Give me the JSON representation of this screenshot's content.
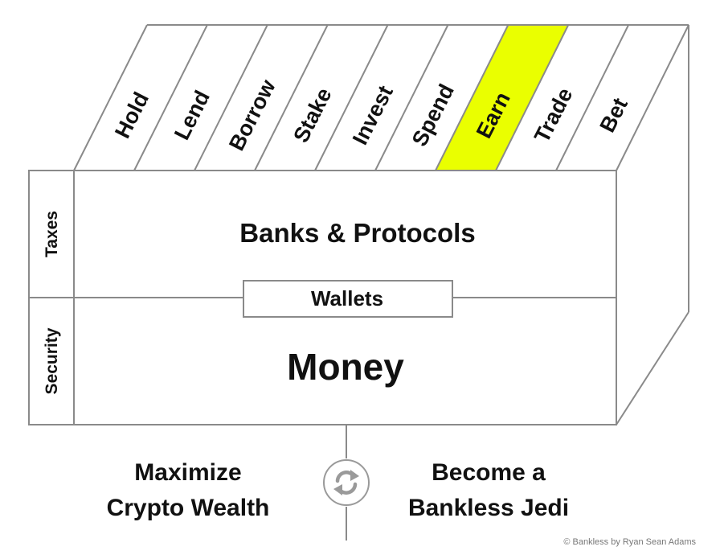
{
  "activities": [
    "Hold",
    "Lend",
    "Borrow",
    "Stake",
    "Invest",
    "Spend",
    "Earn",
    "Trade",
    "Bet"
  ],
  "highlighted_activity": "Earn",
  "highlight_color": "#eaff00",
  "layers": {
    "top": "Banks & Protocols",
    "middle": "Wallets",
    "bottom": "Money"
  },
  "side_labels": {
    "top": "Taxes",
    "bottom": "Security"
  },
  "goals": {
    "left_line1": "Maximize",
    "left_line2": "Crypto Wealth",
    "right_line1": "Become a",
    "right_line2": "Bankless Jedi"
  },
  "cycle_icon": "refresh-icon",
  "credit": "© Bankless by Ryan Sean Adams"
}
